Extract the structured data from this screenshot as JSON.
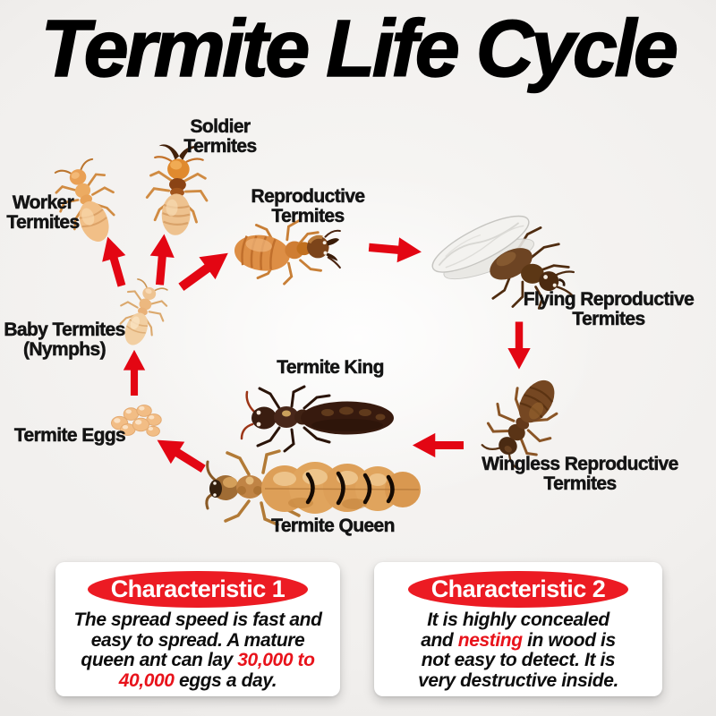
{
  "title": "Termite Life Cycle",
  "stages": {
    "worker": {
      "label": [
        "Worker",
        "Termites"
      ]
    },
    "soldier": {
      "label": [
        "Soldier",
        "Termites"
      ]
    },
    "reproductive": {
      "label": [
        "Reproductive",
        "Termites"
      ]
    },
    "flying": {
      "label": [
        "Flying Reproductive",
        "Termites"
      ]
    },
    "wingless": {
      "label": [
        "Wingless Reproductive",
        "Termites"
      ]
    },
    "king": {
      "label": [
        "Termite King"
      ]
    },
    "queen": {
      "label": [
        "Termite Queen"
      ]
    },
    "eggs": {
      "label": [
        "Termite Eggs"
      ]
    },
    "nymphs": {
      "label": [
        "Baby Termites",
        "(Nymphs)"
      ]
    }
  },
  "characteristics": [
    {
      "badge": "Characteristic 1",
      "lines": [
        [
          {
            "t": "The spread speed is fast and",
            "c": "dark"
          }
        ],
        [
          {
            "t": "easy to spread. A mature",
            "c": "dark"
          }
        ],
        [
          {
            "t": "queen ant can lay ",
            "c": "dark"
          },
          {
            "t": "30,000 to",
            "c": "red"
          }
        ],
        [
          {
            "t": "40,000",
            "c": "red"
          },
          {
            "t": " eggs a day.",
            "c": "dark"
          }
        ]
      ]
    },
    {
      "badge": "Characteristic 2",
      "lines": [
        [
          {
            "t": "It is highly concealed",
            "c": "dark"
          }
        ],
        [
          {
            "t": "and ",
            "c": "dark"
          },
          {
            "t": "nesting",
            "c": "red"
          },
          {
            "t": " in wood is",
            "c": "dark"
          }
        ],
        [
          {
            "t": "not easy to detect. It is",
            "c": "dark"
          }
        ],
        [
          {
            "t": "very destructive inside.",
            "c": "dark"
          }
        ]
      ]
    }
  ],
  "colors": {
    "background": "#f1efed",
    "arrow_red": "#e30613",
    "badge_red": "#ec1b23",
    "highlight_red": "#e8131b",
    "text_black": "#141414",
    "card_white": "#ffffff"
  },
  "icons": {
    "worker": "worker-termite-illustration",
    "soldier": "soldier-termite-illustration",
    "reproductive": "reproductive-termite-illustration",
    "flying": "flying-reproductive-termite-illustration",
    "wingless": "wingless-reproductive-termite-illustration",
    "king": "termite-king-illustration",
    "queen": "termite-queen-illustration",
    "eggs": "termite-eggs-illustration",
    "nymphs": "baby-termite-illustration",
    "arrow": "red-arrow-icon"
  }
}
